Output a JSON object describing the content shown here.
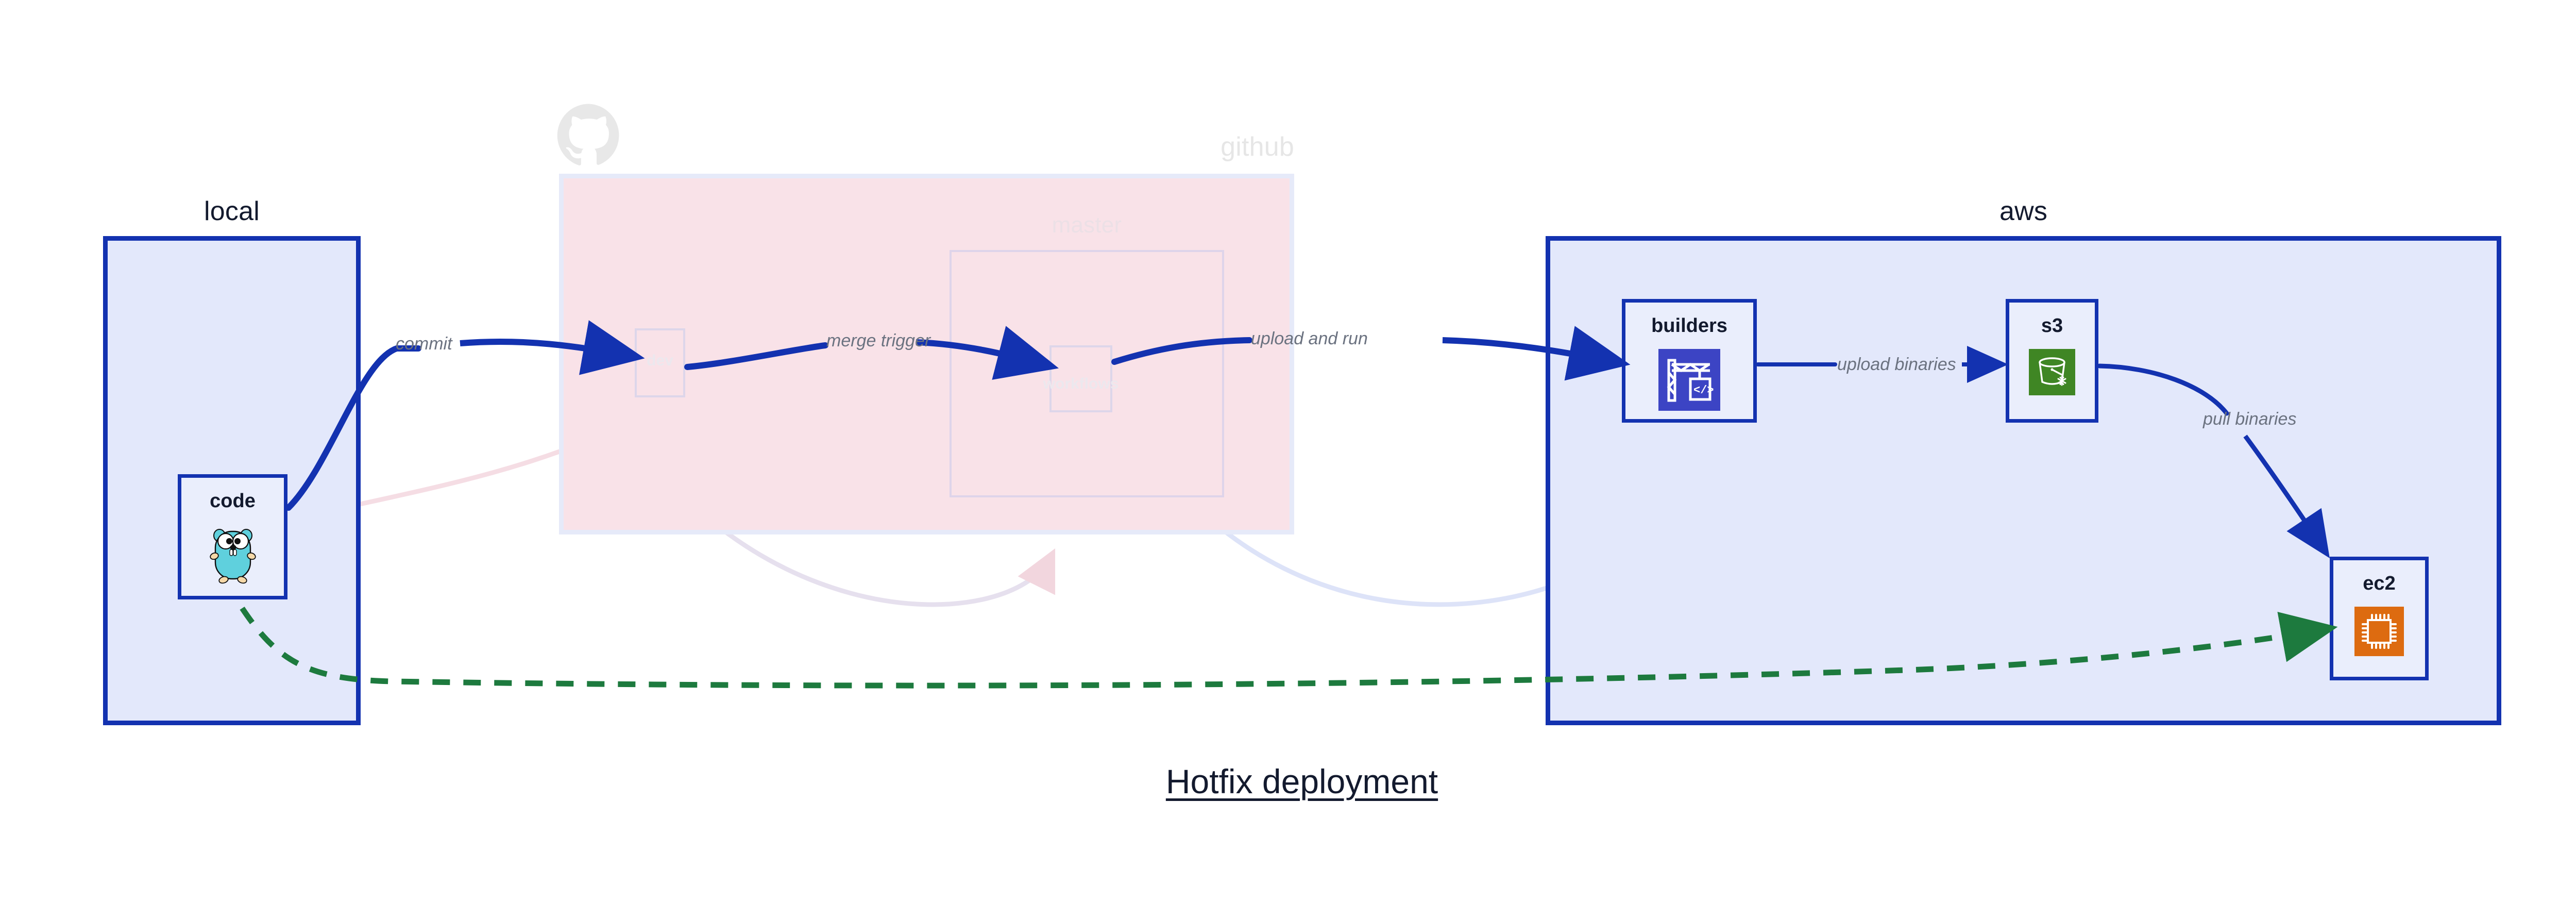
{
  "title": "Hotfix deployment",
  "colors": {
    "cluster_blue_fill": "#e3e8fb",
    "cluster_blue_stroke": "#1332b0",
    "cluster_pink_fill": "#f9e2e8",
    "node_fill": "#eaeefc",
    "arrow_active": "#1332b0",
    "arrow_faded_pink": "#f5dde4",
    "arrow_faded_blue": "#dde3f8",
    "arrow_dashed_green": "#1d7a3e",
    "label_text": "#6b7280",
    "title_text": "#131a2e",
    "builders_tile": "#3c44c4",
    "s3_tile": "#3f8624",
    "ec2_tile": "#dd6b10",
    "gopher_body": "#5fd0dd"
  },
  "clusters": [
    {
      "name": "local",
      "label": "local",
      "state": "active"
    },
    {
      "name": "github",
      "label": "github",
      "state": "faded"
    },
    {
      "name": "aws",
      "label": "aws",
      "state": "active"
    }
  ],
  "subclusters": [
    {
      "name": "master",
      "label": "master",
      "state": "faded",
      "parent": "github"
    }
  ],
  "nodes": [
    {
      "name": "code",
      "label": "code",
      "icon": "go-gopher-icon",
      "cluster": "local",
      "state": "active"
    },
    {
      "name": "dev",
      "label": "dev",
      "icon": "none",
      "cluster": "github",
      "state": "faded"
    },
    {
      "name": "workflows",
      "label": "workflows",
      "icon": "none",
      "cluster": "master",
      "state": "faded"
    },
    {
      "name": "builders",
      "label": "builders",
      "icon": "aws-codebuild-icon",
      "cluster": "aws",
      "state": "active"
    },
    {
      "name": "s3",
      "label": "s3",
      "icon": "aws-s3-bucket-icon",
      "cluster": "aws",
      "state": "active"
    },
    {
      "name": "ec2",
      "label": "ec2",
      "icon": "aws-ec2-chip-icon",
      "cluster": "aws",
      "state": "active"
    }
  ],
  "edges": [
    {
      "name": "code-to-dev",
      "label": "commit",
      "from": "code",
      "to": "dev",
      "style": "solid",
      "state": "active"
    },
    {
      "name": "dev-to-workflows",
      "label": "merge trigger",
      "from": "dev",
      "to": "workflows",
      "style": "solid",
      "state": "active"
    },
    {
      "name": "workflows-to-builders",
      "label": "upload and run",
      "from": "workflows",
      "to": "builders",
      "style": "solid",
      "state": "active"
    },
    {
      "name": "builders-to-s3",
      "label": "upload binaries",
      "from": "builders",
      "to": "s3",
      "style": "solid",
      "state": "active"
    },
    {
      "name": "s3-to-ec2",
      "label": "pull binaries",
      "from": "s3",
      "to": "ec2",
      "style": "solid",
      "state": "active"
    },
    {
      "name": "code-to-ec2-direct",
      "label": "",
      "from": "code",
      "to": "ec2",
      "style": "dashed",
      "state": "active"
    },
    {
      "name": "faded-code-to-dev",
      "label": "",
      "from": "code",
      "to": "dev",
      "style": "solid",
      "state": "faded"
    },
    {
      "name": "faded-dev-to-workflows",
      "label": "",
      "from": "dev",
      "to": "workflows",
      "style": "solid",
      "state": "faded"
    },
    {
      "name": "faded-workflows-to-builders",
      "label": "",
      "from": "workflows",
      "to": "builders",
      "style": "solid",
      "state": "faded"
    }
  ]
}
